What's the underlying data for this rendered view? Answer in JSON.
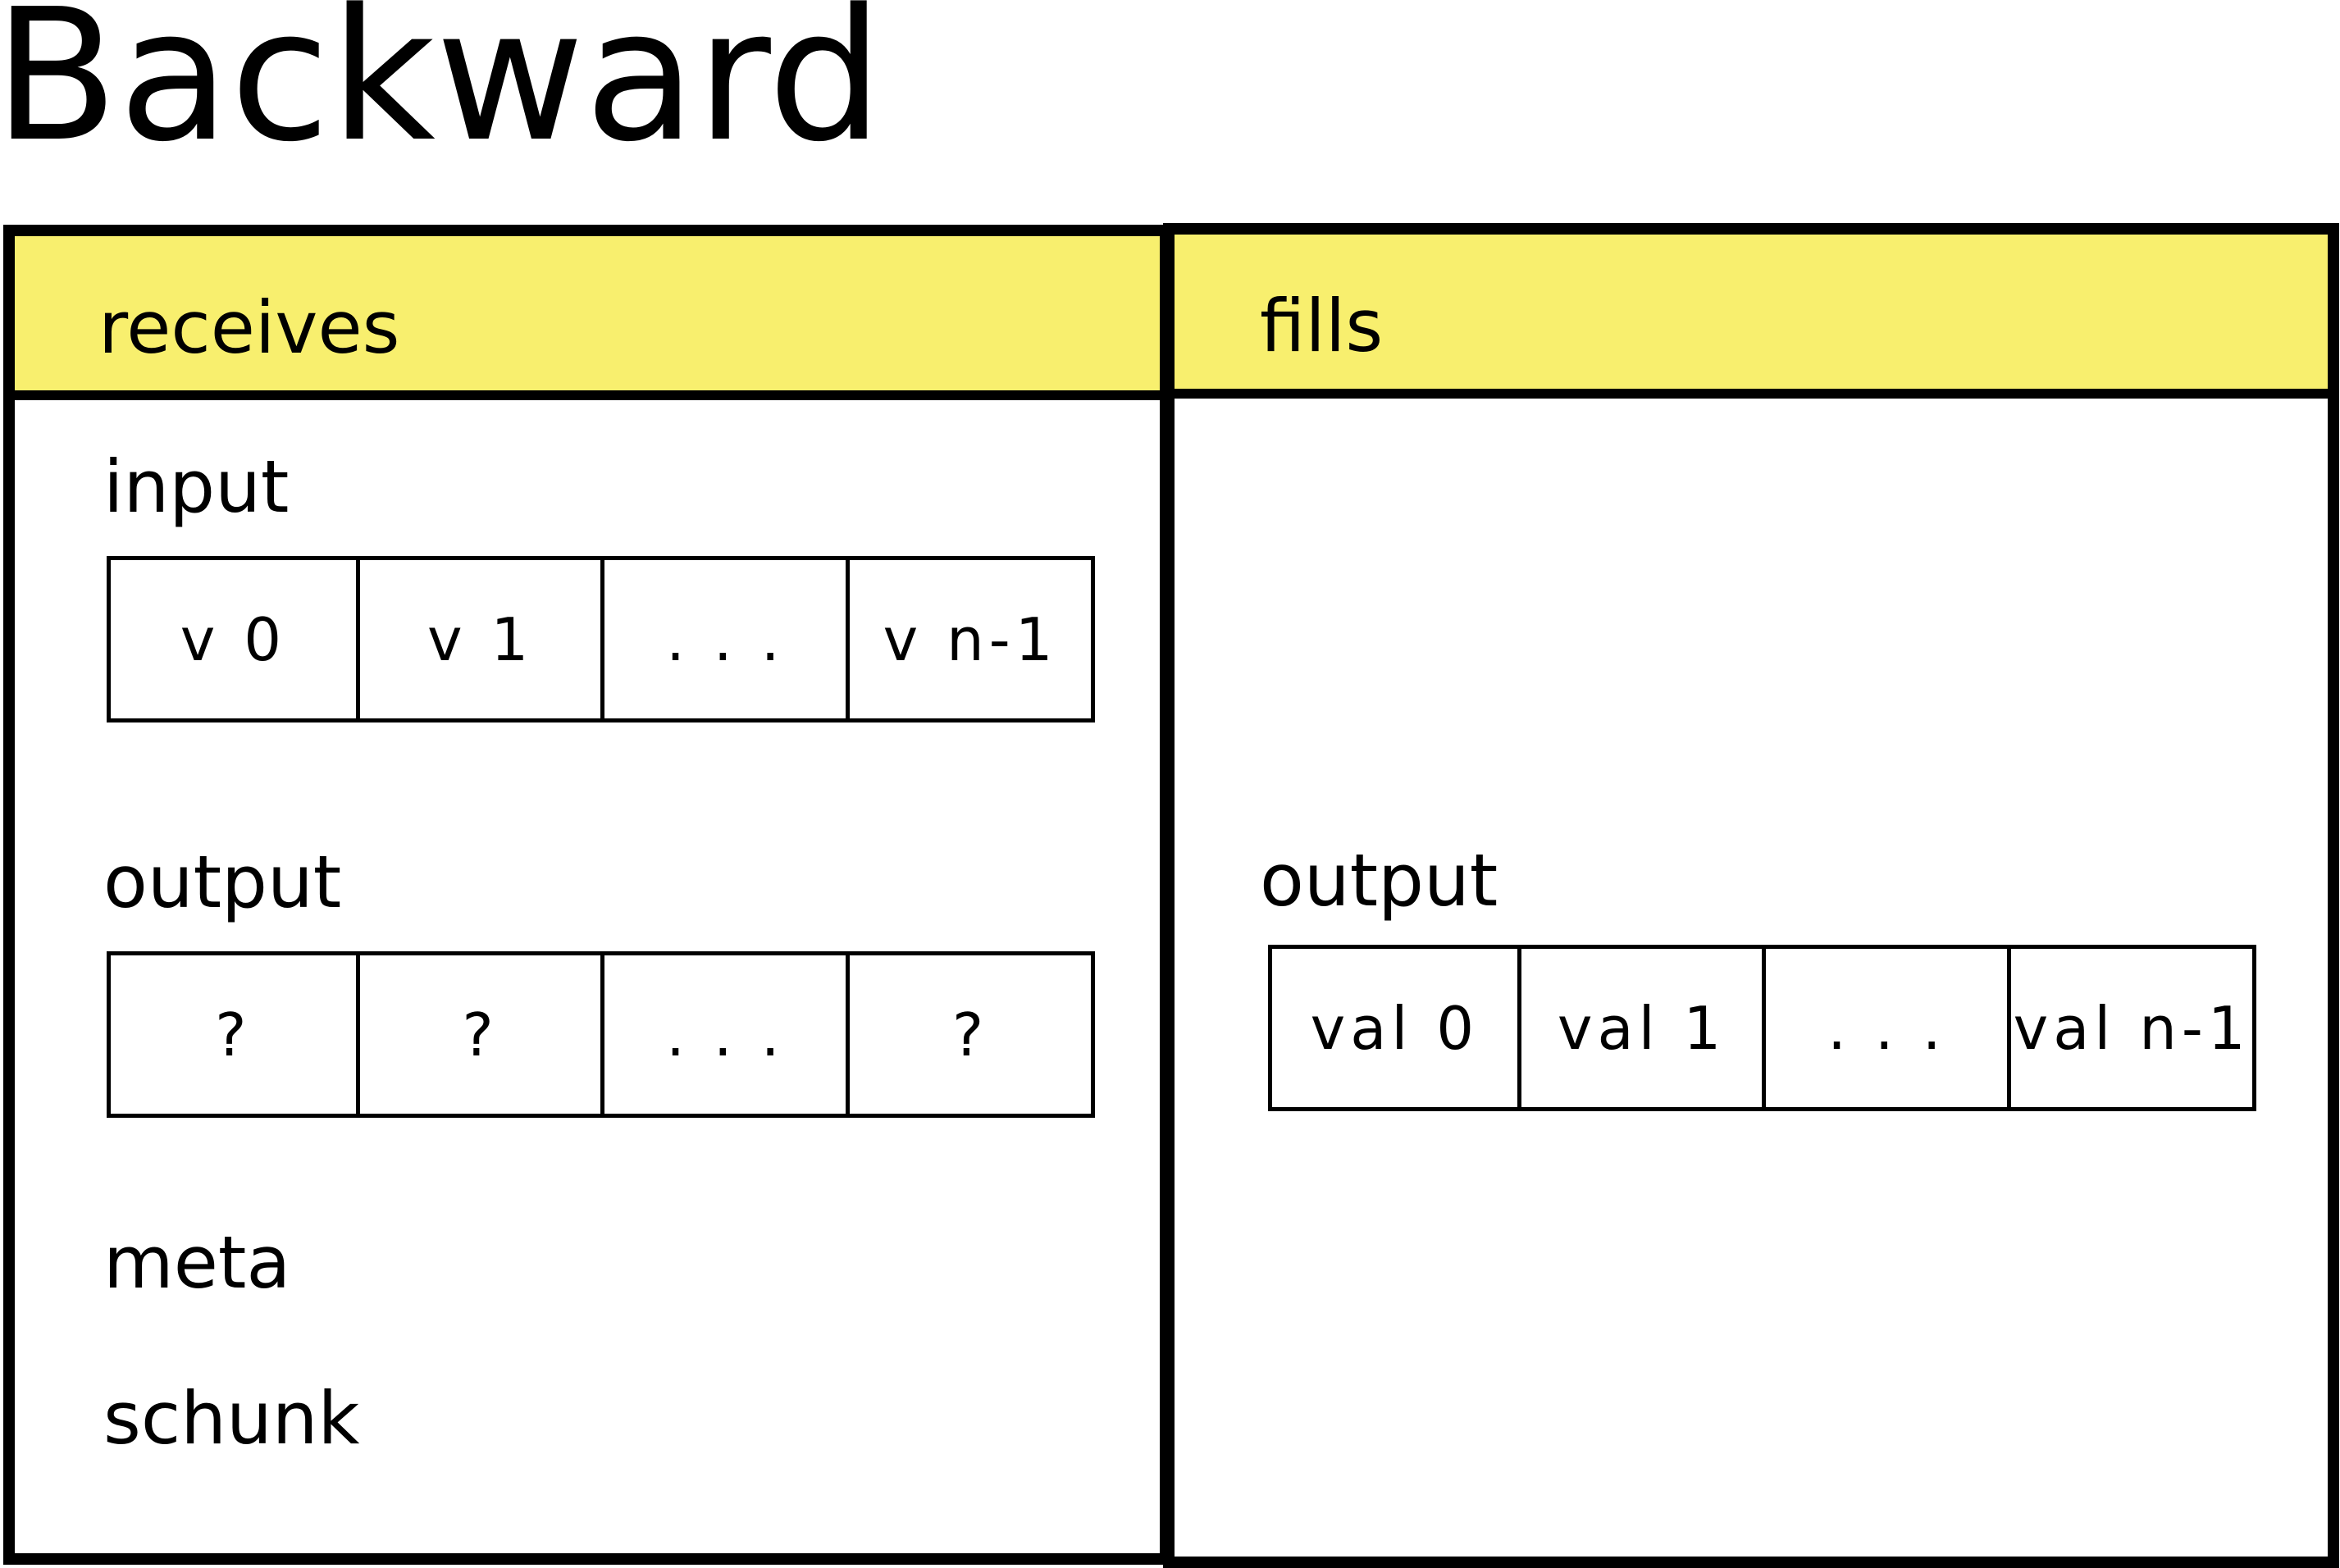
{
  "title": "Backward",
  "left": {
    "header": "receives",
    "input_label": "input",
    "input_cells": [
      "v 0",
      "v 1",
      ". . .",
      "v n-1"
    ],
    "output_label": "output",
    "output_cells": [
      "?",
      "?",
      ". . .",
      "?"
    ],
    "meta_label": "meta",
    "schunk_label": "schunk"
  },
  "right": {
    "header": "fills",
    "output_label": "output",
    "output_cells": [
      "val 0",
      "val 1",
      ". . .",
      "val n-1"
    ]
  },
  "colors": {
    "header": "#f8ef6e",
    "border": "#000000"
  }
}
